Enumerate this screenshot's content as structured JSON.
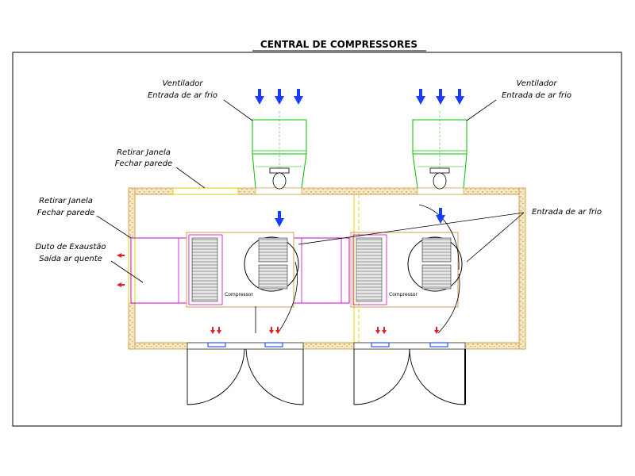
{
  "title": "CENTRAL DE COMPRESSORES",
  "labels": {
    "ventilador_left": "Ventilador",
    "entrada_left": "Entrada de ar frio",
    "ventilador_right": "Ventilador",
    "entrada_right": "Entrada de ar frio",
    "retirar1": "Retirar Janela",
    "fechar1": "Fechar parede",
    "retirar2": "Retirar Janela",
    "fechar2": "Fechar parede",
    "duto": "Duto de Exaustão",
    "saida": "Saída ar quente",
    "entrada_mid": "Entrada de ar frio",
    "compressor_left": "Compressor",
    "compressor_right": "Compressor"
  },
  "colors": {
    "wall_fill": "#f6e7c4",
    "wall_stroke": "#c89b3c",
    "fan": "#00c000",
    "duct": "#d000d0",
    "cool_arrow": "#1a3cff",
    "hot_arrow": "#e02020",
    "window": "#3050ff",
    "yellow": "#e6d200"
  }
}
